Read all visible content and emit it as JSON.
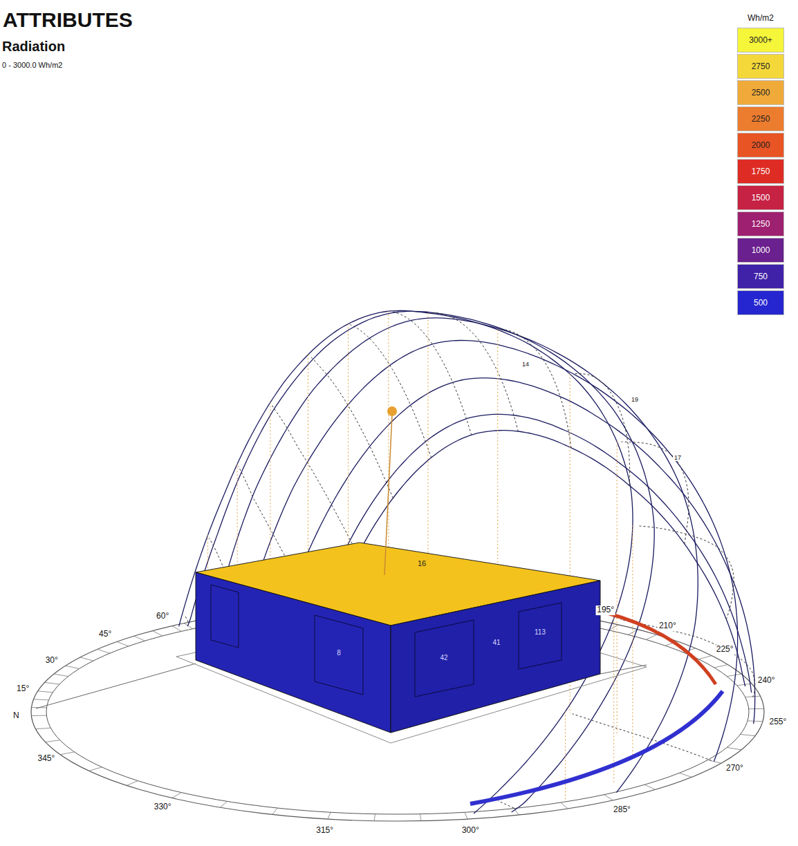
{
  "diagram": {
    "title": "ATTRIBUTES",
    "labels": [
      "Radiation",
      "0 - 3000.0 Wh/m2",
      "Wh/m2",
      "60°",
      "45°",
      "30°",
      "15°",
      "N",
      "345°",
      "330°",
      "315°",
      "300°",
      "285°",
      "270°",
      "255°",
      "240°",
      "225°",
      "210°",
      "195°",
      "16",
      "8",
      "42",
      "41",
      "113",
      "14",
      "17",
      "19"
    ],
    "legend": [
      {
        "text": "3000+",
        "color": "#f5f53a"
      },
      {
        "text": "2750",
        "color": "#f4d83a"
      },
      {
        "text": "2500",
        "color": "#f0aa3a"
      },
      {
        "text": "2250",
        "color": "#ec7c2e"
      },
      {
        "text": "2000",
        "color": "#e85424"
      },
      {
        "text": "1750",
        "color": "#de2c24"
      },
      {
        "text": "1500",
        "color": "#c62244"
      },
      {
        "text": "1250",
        "color": "#9e2070"
      },
      {
        "text": "1000",
        "color": "#6a208e"
      },
      {
        "text": "750",
        "color": "#4022a8"
      },
      {
        "text": "500",
        "color": "#2626d0"
      }
    ]
  }
}
